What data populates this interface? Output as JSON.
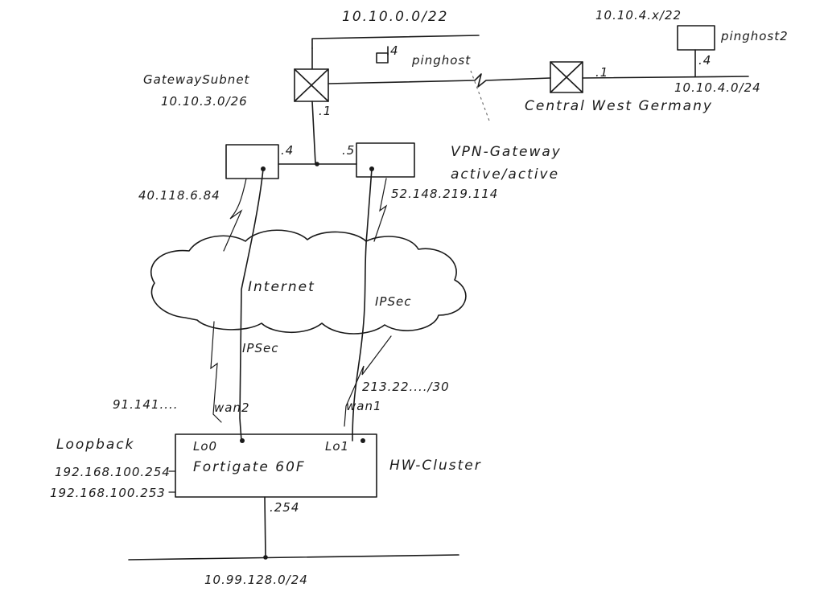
{
  "labels": {
    "subnet_top": "10.10.0.0/22",
    "pinghost": "pinghost",
    "pinghost_suffix": "4",
    "subnet_right": "10.10.4.x/22",
    "pinghost2": "pinghost2",
    "pinghost2_suffix": ".4",
    "right_router_suffix": ".1",
    "right_lan": "10.10.4.0/24",
    "region": "Central West Germany",
    "gateway_subnet_name": "GatewaySubnet",
    "gateway_subnet_cidr": "10.10.3.0/26",
    "left_router_suffix": ".1",
    "vpn_gw1_suffix": ".4",
    "vpn_gw2_suffix": ".5",
    "vpn_gateway_title": "VPN-Gateway",
    "vpn_gateway_mode": "active/active",
    "vpn_gw1_ip": "40.118.6.84",
    "vpn_gw2_ip": "52.148.219.114",
    "internet": "Internet",
    "ipsec_right": "IPSec",
    "ipsec_left": "IPSec",
    "wan2_ip": "91.141....",
    "wan2": "wan2",
    "wan1_ip": "213.22..../30",
    "wan1": "wan1",
    "loopback_title": "Loopback",
    "loopback_ip1": "192.168.100.254",
    "loopback_ip2": "192.168.100.253",
    "lo0": "Lo0",
    "lo1": "Lo1",
    "fortigate": "Fortigate 60F",
    "ha_cluster": "HW-Cluster",
    "fortigate_lan_suffix": ".254",
    "bottom_lan": "10.99.128.0/24"
  }
}
